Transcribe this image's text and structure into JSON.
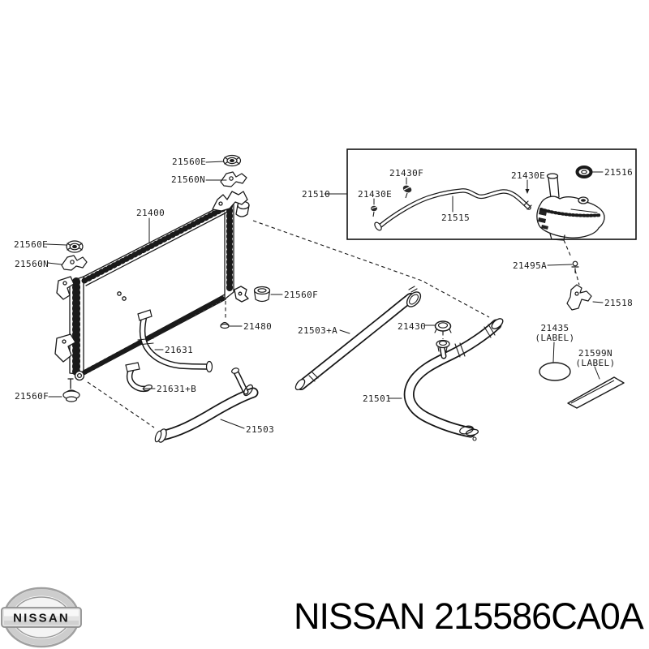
{
  "colors": {
    "line": "#1a1a1a",
    "background": "#ffffff",
    "badge_silver": "#d9d9d9"
  },
  "diagram": {
    "labels": [
      {
        "part": "21560E",
        "text": "21560E"
      },
      {
        "part": "21560N",
        "text": "21560N"
      },
      {
        "part": "21400",
        "text": "21400"
      },
      {
        "part": "21560E",
        "text": "21560E"
      },
      {
        "part": "21560N",
        "text": "21560N"
      },
      {
        "part": "21560F",
        "text": "21560F"
      },
      {
        "part": "21480",
        "text": "21480"
      },
      {
        "part": "21631",
        "text": "21631"
      },
      {
        "part": "21631+B",
        "text": "21631+B"
      },
      {
        "part": "21560F",
        "text": "21560F"
      },
      {
        "part": "21503",
        "text": "21503"
      },
      {
        "part": "21503+A",
        "text": "21503+A"
      },
      {
        "part": "21430",
        "text": "21430"
      },
      {
        "part": "21501",
        "text": "21501"
      },
      {
        "part": "21510",
        "text": "21510"
      },
      {
        "part": "21430F",
        "text": "21430F"
      },
      {
        "part": "21430E",
        "text": "21430E"
      },
      {
        "part": "21515",
        "text": "21515"
      },
      {
        "part": "21430E",
        "text": "21430E"
      },
      {
        "part": "21516",
        "text": "21516"
      },
      {
        "part": "21495A",
        "text": "21495A"
      },
      {
        "part": "21518",
        "text": "21518"
      },
      {
        "part": "21435",
        "text": "21435",
        "text2": "(LABEL)"
      },
      {
        "part": "21599N",
        "text": "21599N",
        "text2": "(LABEL)"
      }
    ]
  },
  "footer": {
    "logo_text": "NISSAN",
    "title": "NISSAN 215586CA0A"
  }
}
